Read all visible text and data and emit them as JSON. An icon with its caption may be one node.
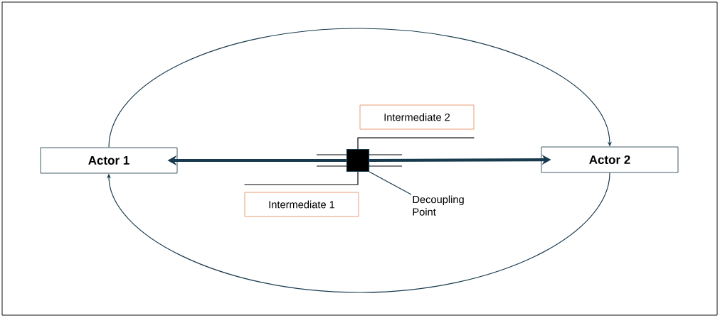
{
  "diagram": {
    "nodes": [
      {
        "text": [
          "Actor 1"
        ]
      },
      {
        "text": [
          "Actor 2"
        ]
      },
      {
        "text": [
          "Intermediate 2"
        ]
      },
      {
        "text": [
          "Intermediate 1"
        ]
      },
      {
        "text": [],
        "shape": "box"
      },
      {
        "text": [
          "Decoupling Point"
        ]
      }
    ],
    "edges": [
      {
        "from": 0,
        "to": 1,
        "arrow": "to"
      },
      {
        "from": 1,
        "to": 0,
        "arrow": "to"
      },
      {
        "from": 4,
        "to": 0,
        "arrow": "to",
        "style": "thick"
      },
      {
        "from": 4,
        "to": 1,
        "arrow": "to",
        "style": "thick"
      },
      {
        "from": 4,
        "to": 2,
        "arrow": "none",
        "color": "#000000"
      },
      {
        "from": 4,
        "to": 3,
        "arrow": "none",
        "color": "#000000"
      },
      {
        "from": 5,
        "to": 4,
        "arrow": "none"
      }
    ]
  }
}
